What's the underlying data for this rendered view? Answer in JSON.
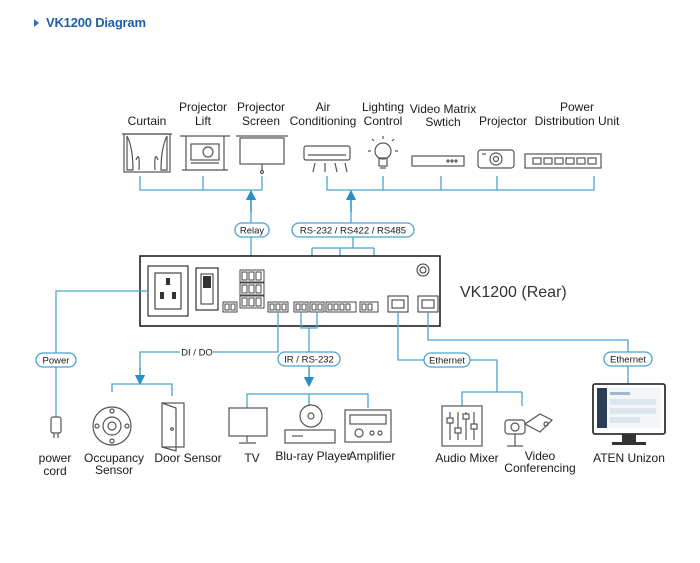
{
  "title": "VK1200 Diagram",
  "device_label": "VK1200 (Rear)",
  "top_devices": {
    "curtain": [
      "Curtain"
    ],
    "projector_lift": [
      "Projector",
      "Lift"
    ],
    "projector_screen": [
      "Projector",
      "Screen"
    ],
    "air_conditioning": [
      "Air",
      "Conditioning"
    ],
    "lighting_control": [
      "Lighting",
      "Control"
    ],
    "video_matrix": [
      "Video Matrix",
      "Swtich"
    ],
    "projector": [
      "Projector"
    ],
    "pdu": [
      "Power",
      "Distribution Unit"
    ]
  },
  "connections": {
    "relay": "Relay",
    "serial": "RS-232 / RS422 / RS485",
    "power": "Power",
    "dido": "DI / DO",
    "ir_rs232": "IR / RS-232",
    "ethernet1": "Ethernet",
    "ethernet2": "Ethernet"
  },
  "bottom_devices": {
    "power_cord": [
      "power",
      "cord"
    ],
    "occupancy_sensor": [
      "Occupancy",
      "Sensor"
    ],
    "door_sensor": [
      "Door Sensor"
    ],
    "tv": [
      "TV"
    ],
    "bluray": [
      "Blu-ray Player"
    ],
    "amplifier": [
      "Amplifier"
    ],
    "audio_mixer": [
      "Audio Mixer"
    ],
    "video_conferencing": [
      "Video",
      "Conferencing"
    ],
    "aten_unizon": [
      "ATEN Unizon"
    ]
  },
  "colors": {
    "wire": "#4aa3cc",
    "title": "#1f5fa8",
    "arrow": "#2a8fc4"
  }
}
